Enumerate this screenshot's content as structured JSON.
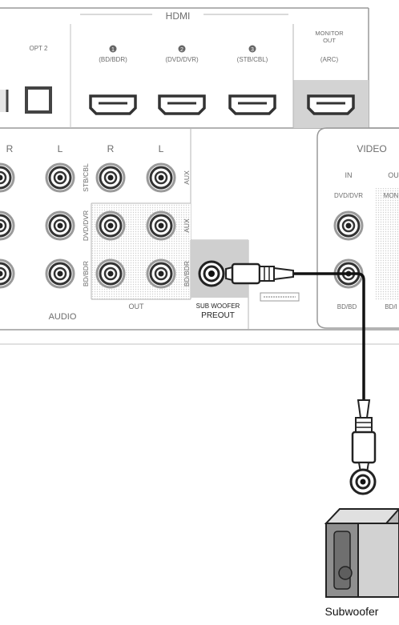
{
  "hdmi": {
    "title": "HDMI",
    "opt_label": "OPT 2",
    "ports": [
      {
        "num": "1",
        "label": "(BD/BDR)"
      },
      {
        "num": "2",
        "label": "(DVD/DVR)"
      },
      {
        "num": "3",
        "label": "(STB/CBL)"
      }
    ],
    "monitor_out": {
      "line1": "MONITOR",
      "line2": "OUT",
      "line3": "(ARC)"
    }
  },
  "audio": {
    "col_left": "L",
    "col_right": "R",
    "partial_left": "R",
    "row_labels": [
      "STB/CBL",
      "DVD/DVR",
      "BD/BDR"
    ],
    "right_row_labels": [
      "AUX",
      "AUX",
      "BD/BDR"
    ],
    "section_label": "AUDIO",
    "out_label": "OUT"
  },
  "subwoofer_out": {
    "line1": "SUB WOOFER",
    "line2": "PREOUT"
  },
  "video": {
    "title": "VIDEO",
    "in_label": "IN",
    "out_label": "OU",
    "in_top": "DVD/DVR",
    "out_top": "MON",
    "in_bottom": "BD/BD",
    "out_bottom": "BD/I"
  },
  "device": {
    "label": "Subwoofer"
  }
}
